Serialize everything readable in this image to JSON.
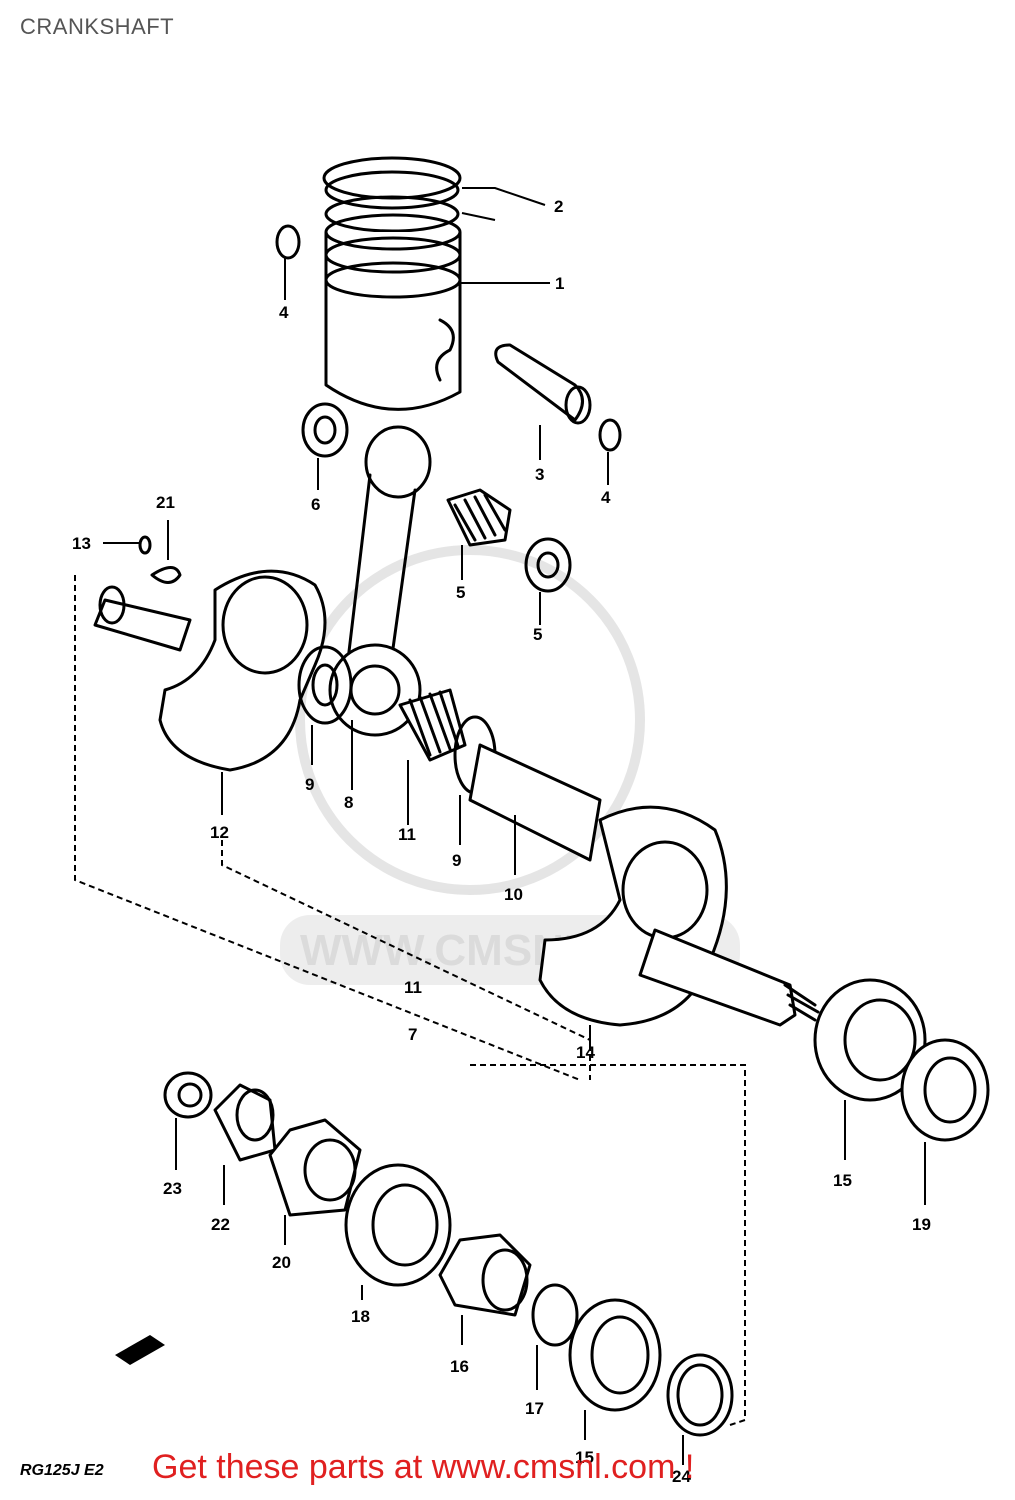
{
  "title": "CRANKSHAFT",
  "model_code": "RG125J E2",
  "promo_text": "Get these parts at www.cmsnl.com !",
  "watermark_text": "WWW.CMSNL.COM",
  "accent_color": "#e02020",
  "callouts": {
    "c1": "1",
    "c2": "2",
    "c3": "3",
    "c4a": "4",
    "c4b": "4",
    "c5": "5",
    "c5b": "5",
    "c6": "6",
    "c7": "7",
    "c8": "8",
    "c9a": "9",
    "c9b": "9",
    "c10": "10",
    "c11a": "11",
    "c11b": "11",
    "c12": "12",
    "c13": "13",
    "c14": "14",
    "c15a": "15",
    "c15b": "15",
    "c16": "16",
    "c17": "17",
    "c18": "18",
    "c19": "19",
    "c20": "20",
    "c21": "21",
    "c22": "22",
    "c23": "23",
    "c24": "24"
  }
}
